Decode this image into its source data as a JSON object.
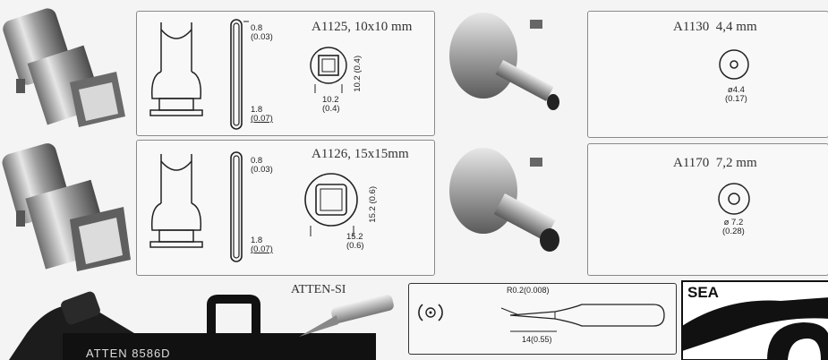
{
  "nozzles": [
    {
      "title": "A1125, 10x10 mm",
      "slot_top": "0.8",
      "slot_top_in": "(0.03)",
      "slot_bottom": "1.8",
      "slot_bottom_in": "(0.07)",
      "side": "10.2",
      "side_in": "(0.4)",
      "width": "10.2",
      "width_in": "(0.4)"
    },
    {
      "title": "A1126, 15x15mm",
      "slot_top": "0.8",
      "slot_top_in": "(0.03)",
      "slot_bottom": "1.8",
      "slot_bottom_in": "(0.07)",
      "side": "15.2",
      "side_in": "(0.6)",
      "width": "15.2",
      "width_in": "(0.6)"
    }
  ],
  "round_nozzles": [
    {
      "code": "A1130",
      "size": "4,4 mm",
      "dia": "ø4.4",
      "dia_in": "(0.17)"
    },
    {
      "code": "A1170",
      "size": "7,2 mm",
      "dia": "ø 7.2",
      "dia_in": "(0.28)"
    }
  ],
  "tip": {
    "label": "ATTEN-SI",
    "radius": "R0.2(0.008)",
    "length": "14(0.55)"
  },
  "station_brand": "ATTEN  8586D",
  "sea_logo": "SEA",
  "colors": {
    "panel_border": "#8a8a8a",
    "metal": "#a9a9a9",
    "background": "#f4f4f4"
  }
}
